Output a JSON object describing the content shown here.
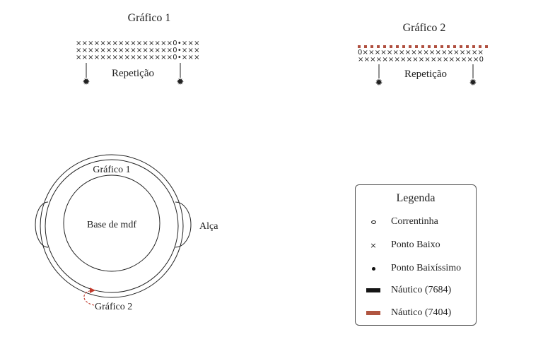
{
  "chart1": {
    "title": "Gráfico 1",
    "repeat_label": "Repetição",
    "rows": [
      "××××××××××××××××0•×××",
      "××××××××××××××××0•×××",
      "××××××××××××××××0•×××"
    ]
  },
  "chart2": {
    "title": "Gráfico 2",
    "repeat_label": "Repetição",
    "rows": [
      "0××××××××××××××××××××",
      "××××××××××××××××××××0"
    ],
    "border_color": "#b05040"
  },
  "assembly": {
    "ring_label": "Gráfico 1",
    "base_label": "Base de mdf",
    "handle_label": "Alça",
    "edge_label": "Gráfico 2",
    "arrow_color": "#c0392b"
  },
  "legend": {
    "title": "Legenda",
    "items": [
      {
        "label": "Correntinha",
        "symbol": "chain"
      },
      {
        "label": "Ponto Baixo",
        "symbol": "x"
      },
      {
        "label": "Ponto Baixíssimo",
        "symbol": "dot"
      },
      {
        "label": "Náutico (7684)",
        "symbol": "swatch",
        "color": "#151515"
      },
      {
        "label": "Náutico (7404)",
        "symbol": "swatch",
        "color": "#b05540"
      }
    ]
  }
}
